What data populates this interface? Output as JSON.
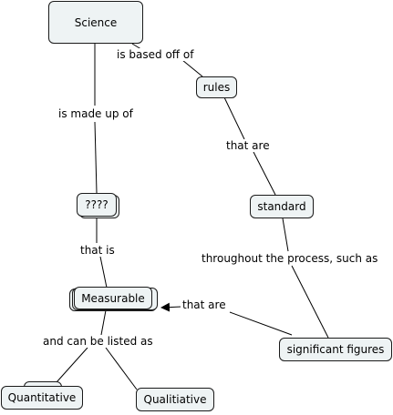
{
  "concepts": {
    "science": "Science",
    "rules": "rules",
    "unknown": "????",
    "standard": "standard",
    "measurable": "Measurable",
    "significant_figures": "significant figures",
    "quantitative": "Quantitative",
    "qualitative": "Qualitiative"
  },
  "links": {
    "based_off": "is based off of",
    "made_up_of": "is made up of",
    "that_are_1": "that are",
    "that_is": "that is",
    "throughout": "throughout the process, such as",
    "that_are_2": "that are",
    "listed_as": "and can be listed as"
  },
  "colors": {
    "node_fill": "#eef3f4",
    "node_border": "#1a1a1a",
    "line": "#000000"
  }
}
